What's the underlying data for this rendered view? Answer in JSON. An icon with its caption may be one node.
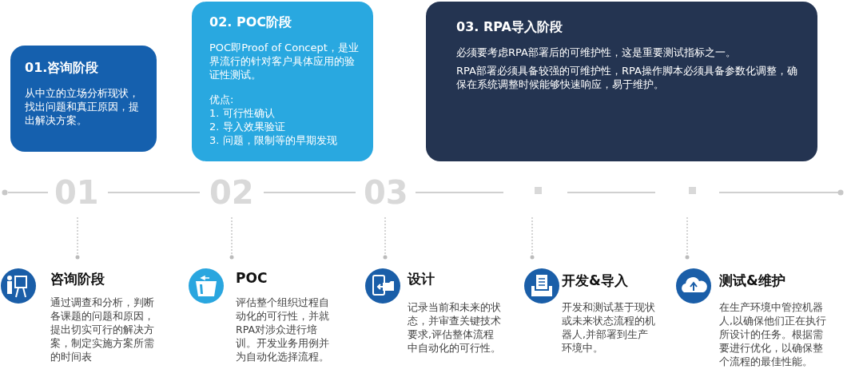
{
  "diagram": {
    "nodes": [
      {
        "text": [
          "01.咨询阶段",
          "从中立的立场分析现状，找出问题和真正原因，提出解决方案。"
        ]
      },
      {
        "text": [
          "02. POC阶段",
          "POC即Proof of Concept，是业界流行的针对客户具体应用的验证性测试。",
          "优点:",
          "1. 可行性确认",
          "2. 导入效果验证",
          "3. 问题，限制等的早期发现"
        ]
      },
      {
        "text": [
          "03. RPA导入阶段",
          "必须要考虑RPA部署后的可维护性，这是重要测试指标之一。",
          "RPA部署必须具备较强的可维护性，RPA操作脚本必须具备参数化调整，确保在系统调整时候能够快速响应，易于维护。"
        ]
      }
    ],
    "labels": [
      "01",
      "02",
      "03",
      "咨询阶段",
      "通过调查和分析，判断各课题的问题和原因，提出切实可行的解决方案，制定实施方案所需的时间表",
      "POC",
      "评估整个组织过程自动化的可行性，并就RPA对涉众进行培训。开发业务用例并为自动化选择流程。",
      "设计",
      "记录当前和未来的状态，并审查关键技术要求,评估整体流程中自动化的可行性。",
      "开发&导入",
      "开发和测试基于现状或未来状态流程的机器人,并部署到生产环境中。",
      "测试&维护",
      "在生产环境中管控机器人,以确保他们正在执行所设计的任务。根据需要进行优化，以确保整个流程的最佳性能。"
    ]
  }
}
